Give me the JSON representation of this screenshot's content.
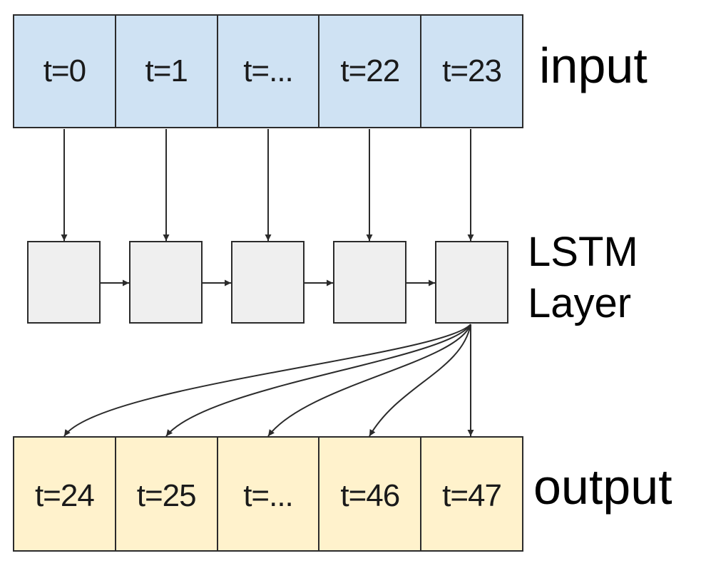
{
  "input": {
    "label": "input",
    "cells": [
      "t=0",
      "t=1",
      "t=...",
      "t=22",
      "t=23"
    ]
  },
  "lstm": {
    "label": "LSTM\nLayer",
    "cell_count": 5
  },
  "output": {
    "label": "output",
    "cells": [
      "t=24",
      "t=25",
      "t=...",
      "t=46",
      "t=47"
    ]
  },
  "colors": {
    "input_fill": "#cfe2f3",
    "lstm_fill": "#efefef",
    "output_fill": "#fff2cc",
    "stroke": "#2b2b2b"
  }
}
